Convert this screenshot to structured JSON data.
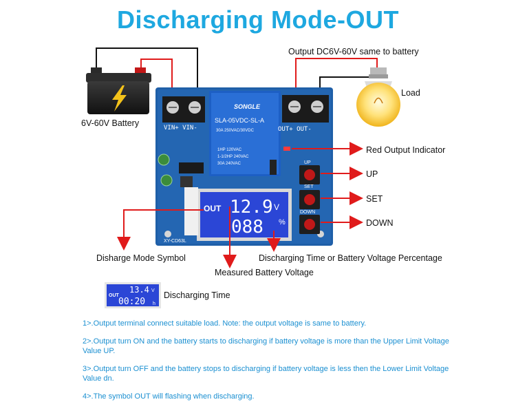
{
  "title": "Discharging Mode-OUT",
  "labels": {
    "output_note": "Output DC6V-60V same to battery",
    "load": "Load",
    "battery": "6V-60V Battery",
    "red_indicator": "Red Output Indicator",
    "up": "UP",
    "set": "SET",
    "down": "DOWN",
    "mode_symbol": "Disharge Mode Symbol",
    "time_or_pct": "Discharging Time or Battery Voltage Percentage",
    "measured_voltage": "Measured Battery Voltage",
    "discharging_time": "Discharging Time"
  },
  "board": {
    "relay_brand": "SONGLE",
    "relay_model": "SLA-05VDC-SL-A",
    "relay_rating_1": "30A 250VAC/30VDC",
    "relay_rating_2": "1HP 120VAC",
    "relay_rating_3": "1-1/2HP 240VAC",
    "relay_rating_4": "30A 240VAC",
    "in_terminal": "VIN+ VIN-",
    "out_terminal": "OUT+ OUT-",
    "btn_up": "UP",
    "btn_set": "SET",
    "btn_down": "DOWN",
    "model": "XY-CD63L"
  },
  "lcd_main": {
    "mode": "OUT",
    "voltage": "12.9",
    "voltage_unit": "V",
    "percent": "088",
    "percent_unit": "%"
  },
  "lcd_small": {
    "mode": "OUT",
    "voltage": "13.4",
    "voltage_unit": "V",
    "time": "00:20",
    "time_unit": "h"
  },
  "notes": [
    "1>.Output terminal connect suitable load. Note: the output voltage is same to battery.",
    "2>.Output turn ON and the battery starts to discharging if battery voltage is more than the Upper Limit Voltage Value UP.",
    "3>.Output turn OFF and the battery stops to discharging if battery voltage is less then the Lower Limit Voltage Value dn.",
    "4>.The symbol OUT will flashing when discharging."
  ],
  "colors": {
    "accent": "#1ea8e0",
    "pcb": "#1f5fa8",
    "relay": "#1d5fc4",
    "lcd": "#2b46d6",
    "wire_red": "#e01b1b",
    "wire_black": "#111111"
  }
}
